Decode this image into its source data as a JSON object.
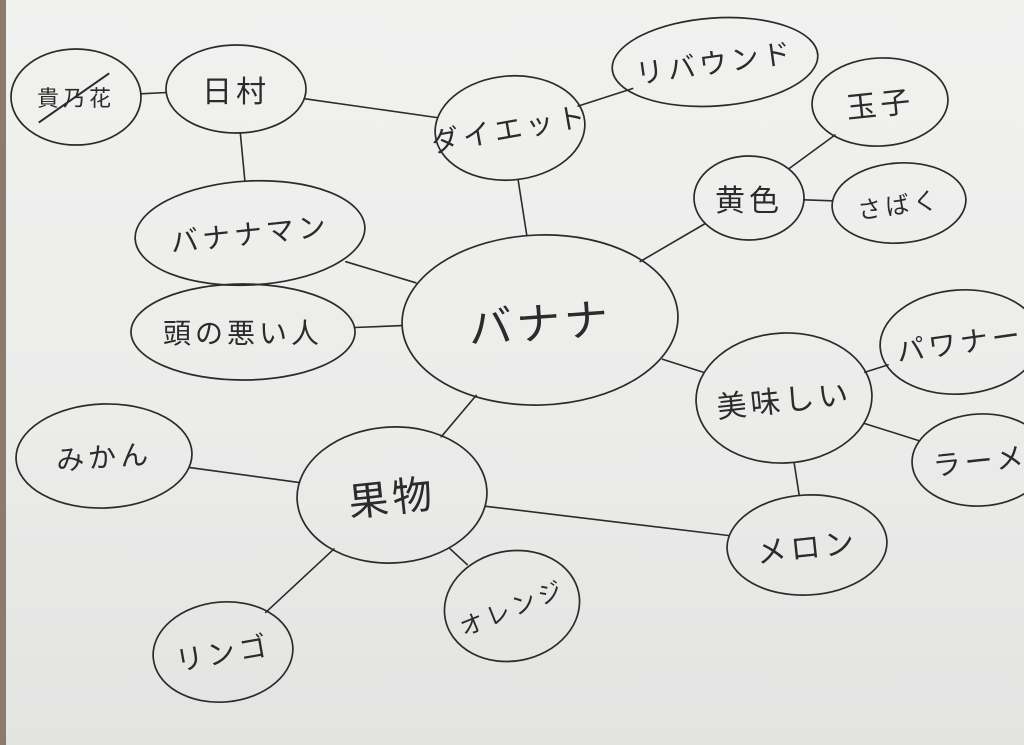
{
  "diagram": {
    "type": "mind-map",
    "center": {
      "id": "banana",
      "label": "バナナ"
    },
    "nodes": [
      {
        "id": "banana",
        "label": "バナナ"
      },
      {
        "id": "fruit",
        "label": "果物"
      },
      {
        "id": "diet",
        "label": "ダイエット"
      },
      {
        "id": "rebound",
        "label": "リバウンド"
      },
      {
        "id": "yellow",
        "label": "黄色"
      },
      {
        "id": "egg",
        "label": "玉子"
      },
      {
        "id": "desert",
        "label": "さばく"
      },
      {
        "id": "tasty",
        "label": "美味しい"
      },
      {
        "id": "partner",
        "label": "パワナー"
      },
      {
        "id": "ramen",
        "label": "ラーメ"
      },
      {
        "id": "melon",
        "label": "メロン"
      },
      {
        "id": "orange",
        "label": "オレンジ"
      },
      {
        "id": "apple",
        "label": "リンゴ"
      },
      {
        "id": "mikan",
        "label": "みかん"
      },
      {
        "id": "dumb",
        "label": "頭の悪い人"
      },
      {
        "id": "bananaman",
        "label": "バナナマン"
      },
      {
        "id": "himura",
        "label": "日村"
      },
      {
        "id": "takahana",
        "label": "貴乃花"
      }
    ],
    "edges": [
      [
        "banana",
        "diet"
      ],
      [
        "diet",
        "rebound"
      ],
      [
        "diet",
        "himura"
      ],
      [
        "banana",
        "yellow"
      ],
      [
        "yellow",
        "egg"
      ],
      [
        "yellow",
        "desert"
      ],
      [
        "banana",
        "tasty"
      ],
      [
        "tasty",
        "partner"
      ],
      [
        "tasty",
        "ramen"
      ],
      [
        "tasty",
        "melon"
      ],
      [
        "banana",
        "fruit"
      ],
      [
        "fruit",
        "melon"
      ],
      [
        "fruit",
        "orange"
      ],
      [
        "fruit",
        "apple"
      ],
      [
        "fruit",
        "mikan"
      ],
      [
        "banana",
        "dumb"
      ],
      [
        "banana",
        "bananaman"
      ],
      [
        "bananaman",
        "himura"
      ],
      [
        "himura",
        "takahana"
      ]
    ],
    "crossed_out": [
      "takahana"
    ],
    "ink_color": "#2b2b2b",
    "paper_color": "#efefee"
  }
}
